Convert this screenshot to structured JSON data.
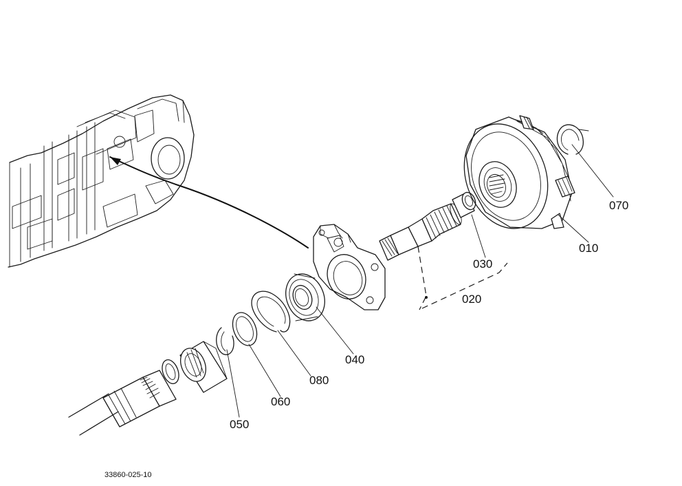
{
  "diagram": {
    "drawing_code": "33860-025-10",
    "callouts": [
      {
        "id": "p010",
        "label": "010"
      },
      {
        "id": "p020",
        "label": "020"
      },
      {
        "id": "p030",
        "label": "030"
      },
      {
        "id": "p040",
        "label": "040"
      },
      {
        "id": "p050",
        "label": "050"
      },
      {
        "id": "p060",
        "label": "060"
      },
      {
        "id": "p070",
        "label": "070"
      },
      {
        "id": "p080",
        "label": "080"
      }
    ]
  }
}
